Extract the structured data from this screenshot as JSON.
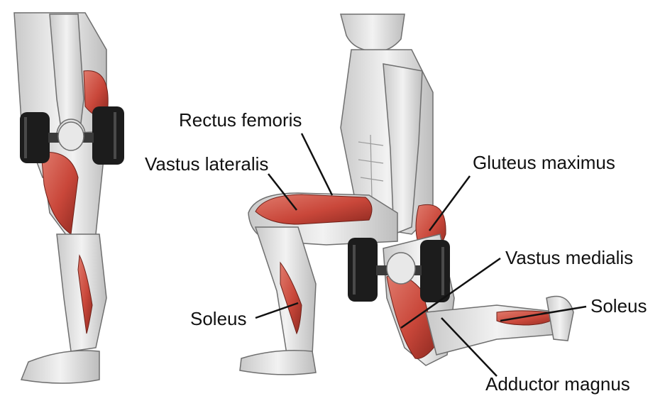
{
  "colors": {
    "muscle_highlight": "#c9473a",
    "muscle_highlight_dark": "#9e2f25",
    "skin_base": "#e6e6e6",
    "skin_shadow": "#b9b9b9",
    "outline": "#6f6f6f",
    "dumbbell": "#1c1c1c",
    "leader_line": "#111111",
    "text": "#111111"
  },
  "labels": {
    "rectus_femoris": "Rectus femoris",
    "vastus_lateralis": "Vastus lateralis",
    "gluteus_maximus": "Gluteus maximus",
    "vastus_medialis": "Vastus medialis",
    "soleus_front": "Soleus",
    "soleus_back": "Soleus",
    "adductor_magnus": "Adductor magnus"
  },
  "figures": {
    "standing": "standing-figure",
    "lunge": "lunge-figure"
  }
}
